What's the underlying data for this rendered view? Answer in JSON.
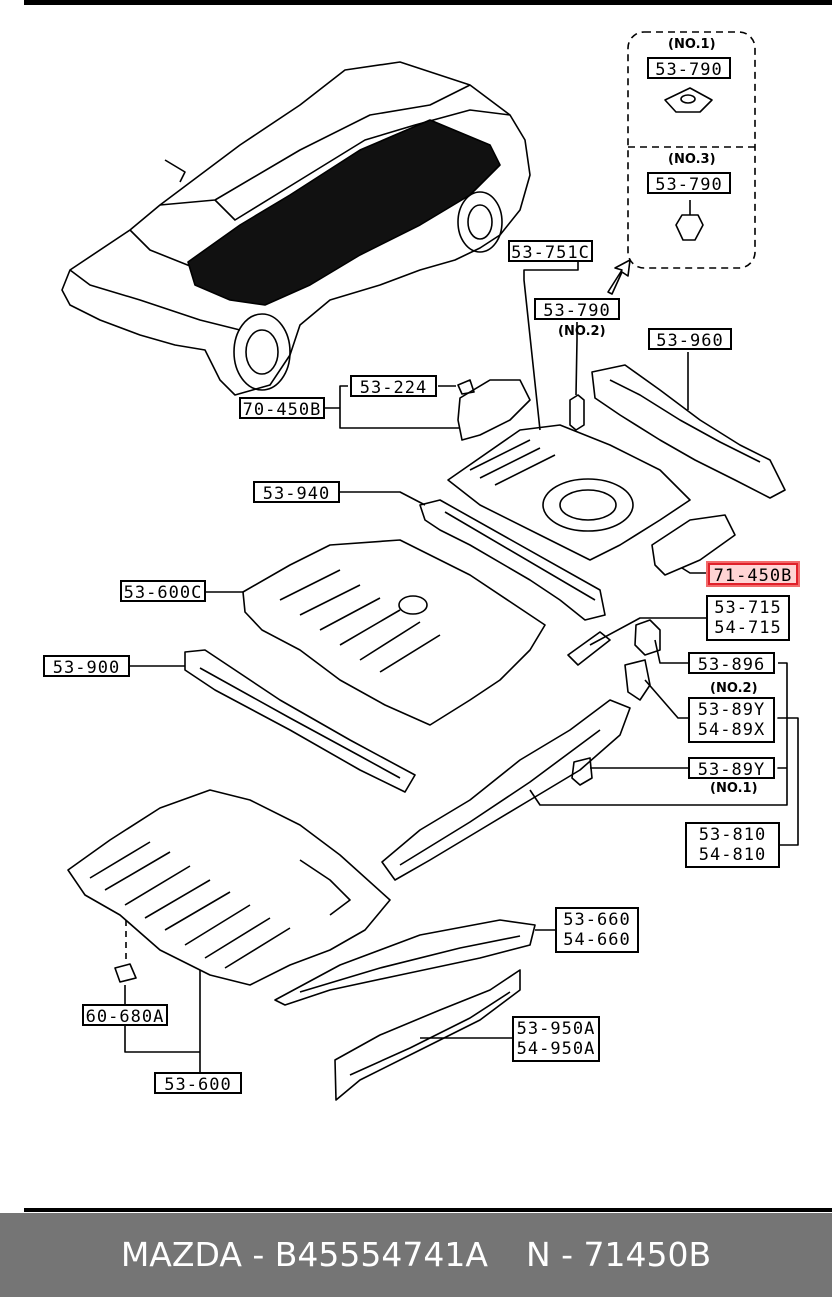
{
  "labels": {
    "no1_top": "(NO.1)",
    "p53_790_top": "53-790",
    "no3": "(NO.3)",
    "p53_790_mid": "53-790",
    "p53_751c": "53-751C",
    "p53_790_main": "53-790",
    "no2_a": "(NO.2)",
    "p53_960": "53-960",
    "p53_224": "53-224",
    "p70_450b": "70-450B",
    "p53_940": "53-940",
    "p71_450b": "71-450B",
    "p53_600c": "53-600C",
    "p53_715": "53-715",
    "p54_715": "54-715",
    "p53_900": "53-900",
    "p53_896": "53-896",
    "no2_b": "(NO.2)",
    "p53_89y_a": "53-89Y",
    "p54_89x": "54-89X",
    "p53_89y_b": "53-89Y",
    "no1_b": "(NO.1)",
    "p53_810": "53-810",
    "p54_810": "54-810",
    "p53_660": "53-660",
    "p54_660": "54-660",
    "p60_680a": "60-680A",
    "p53_950a": "53-950A",
    "p54_950a": "54-950A",
    "p53_600": "53-600"
  },
  "footer": {
    "brand_part": "MAZDA - B45554741A",
    "ref": "N - 71450B"
  },
  "colors": {
    "highlight": "#e0202a",
    "footer_bg": "#757575"
  }
}
